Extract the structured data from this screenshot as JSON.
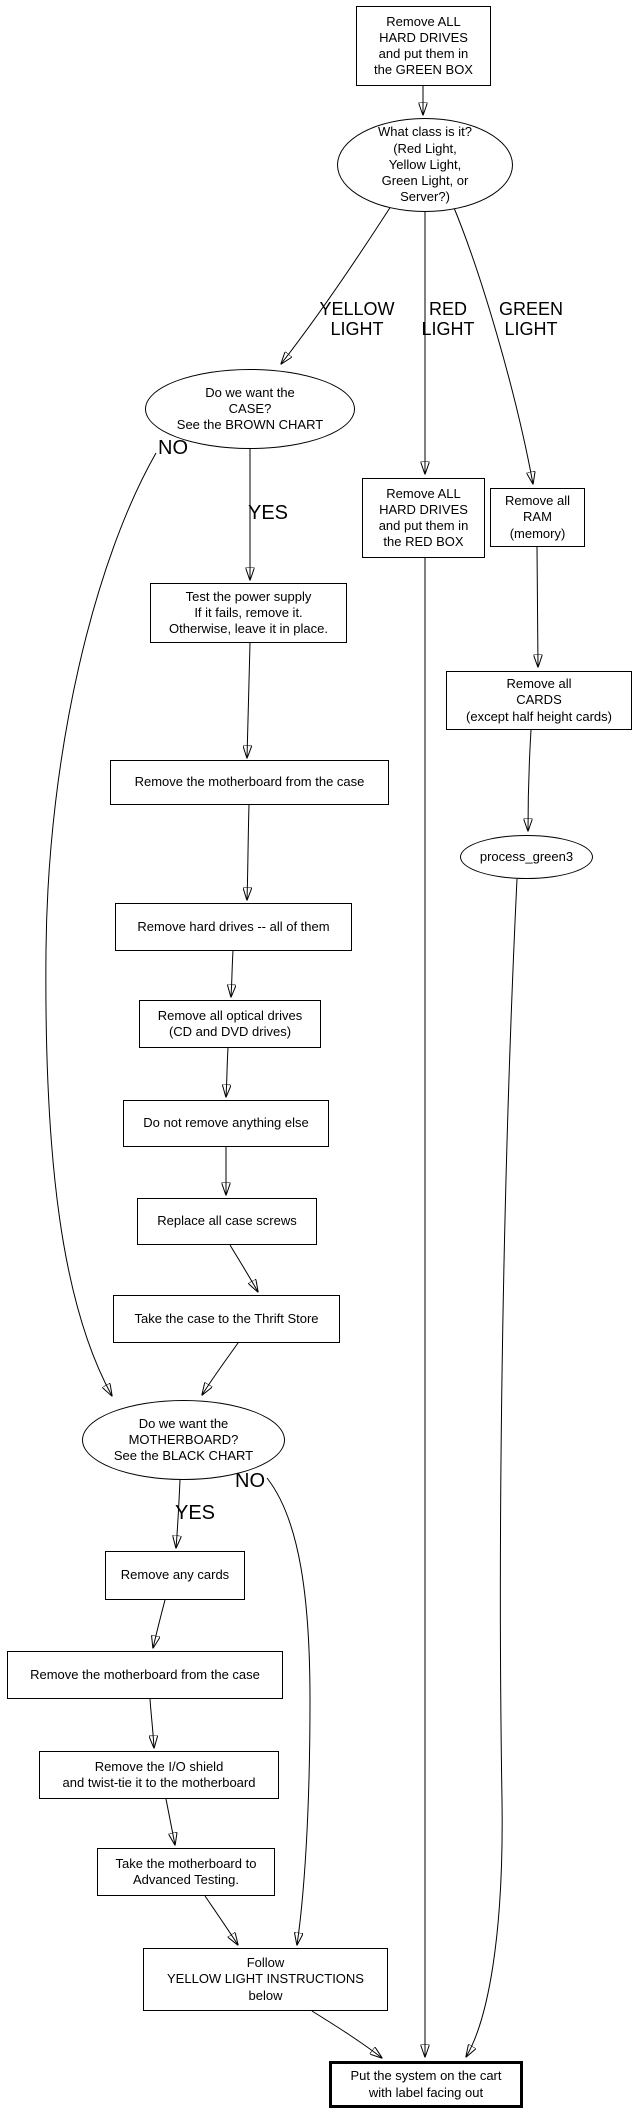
{
  "diagram": {
    "type": "flowchart",
    "colors": {
      "stroke": "#000000",
      "background": "#ffffff",
      "text": "#000000"
    },
    "nodes": {
      "green_box": {
        "shape": "rect",
        "text": "Remove ALL\nHARD DRIVES\nand put them in\nthe GREEN BOX"
      },
      "class_question": {
        "shape": "ellipse",
        "text": "What class is it?\n(Red Light,\nYellow Light,\nGreen Light, or\nServer?)"
      },
      "case_question": {
        "shape": "ellipse",
        "text": "Do we want the\nCASE?\nSee the BROWN CHART"
      },
      "red_box": {
        "shape": "rect",
        "text": "Remove ALL\nHARD DRIVES\nand put them in\nthe RED BOX"
      },
      "ram": {
        "shape": "rect",
        "text": "Remove all\nRAM\n(memory)"
      },
      "power_supply": {
        "shape": "rect",
        "text": "Test the power supply\nIf it fails, remove it.\nOtherwise, leave it in place."
      },
      "cards_green": {
        "shape": "rect",
        "text": "Remove all\nCARDS\n(except half height cards)"
      },
      "motherboard_case_1": {
        "shape": "rect",
        "text": "Remove the motherboard from the case"
      },
      "process_green3": {
        "shape": "ellipse",
        "text": "process_green3"
      },
      "hard_drives": {
        "shape": "rect",
        "text": "Remove hard drives -- all of them"
      },
      "optical_drives": {
        "shape": "rect",
        "text": "Remove all optical drives\n(CD and DVD drives)"
      },
      "nothing_else": {
        "shape": "rect",
        "text": "Do not remove anything else"
      },
      "case_screws": {
        "shape": "rect",
        "text": "Replace all case screws"
      },
      "thrift_store": {
        "shape": "rect",
        "text": "Take the case to the Thrift Store"
      },
      "motherboard_question": {
        "shape": "ellipse",
        "text": "Do we want the\nMOTHERBOARD?\nSee the BLACK CHART"
      },
      "any_cards": {
        "shape": "rect",
        "text": "Remove any cards"
      },
      "motherboard_case_2": {
        "shape": "rect",
        "text": "Remove the motherboard from the case"
      },
      "io_shield": {
        "shape": "rect",
        "text": "Remove the I/O shield\nand twist-tie it to the motherboard"
      },
      "advanced_testing": {
        "shape": "rect",
        "text": "Take the motherboard to\nAdvanced Testing."
      },
      "follow_yellow": {
        "shape": "rect",
        "text": "Follow\nYELLOW LIGHT INSTRUCTIONS\nbelow"
      },
      "cart": {
        "shape": "rect-bold",
        "text": "Put the system on the cart\nwith label facing out"
      }
    },
    "edge_labels": {
      "yellow_light": "YELLOW\nLIGHT",
      "red_light": "RED\nLIGHT",
      "green_light": "GREEN\nLIGHT",
      "case_no": "NO",
      "case_yes": "YES",
      "motherboard_no": "NO",
      "motherboard_yes": "YES"
    }
  }
}
